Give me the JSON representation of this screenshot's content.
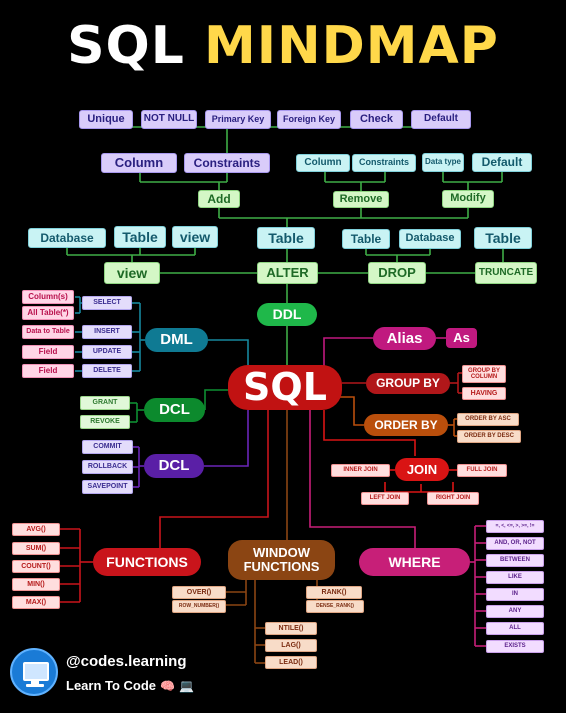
{
  "title": {
    "word1": "SQL",
    "word2": "MINDMAP"
  },
  "center": "SQL",
  "ddl": {
    "label": "DDL",
    "alter": {
      "label": "ALTER",
      "add": {
        "label": "Add",
        "column": {
          "label": "Column"
        },
        "constraints": {
          "label": "Constraints",
          "items": [
            "Unique",
            "NOT NULL",
            "Primary Key",
            "Foreign Key",
            "Check",
            "Default"
          ]
        }
      },
      "remove": {
        "label": "Remove",
        "items": [
          "Column",
          "Constraints"
        ]
      },
      "modify": {
        "label": "Modify",
        "items": [
          "Data type",
          "Default"
        ]
      }
    },
    "view": {
      "label": "view",
      "items": [
        "Database",
        "Table",
        "view"
      ]
    },
    "drop": {
      "label": "DROP",
      "items": [
        "Table",
        "Database"
      ]
    },
    "truncate": {
      "label": "TRUNCATE",
      "items": [
        "Table"
      ]
    }
  },
  "dml": {
    "label": "DML",
    "commands": [
      {
        "cmd": "SELECT",
        "detail": [
          "Column(s)",
          "All Table(*)"
        ]
      },
      {
        "cmd": "INSERT",
        "detail": [
          "Data to Table"
        ]
      },
      {
        "cmd": "UPDATE",
        "detail": [
          "Field"
        ]
      },
      {
        "cmd": "DELETE",
        "detail": [
          "Field"
        ]
      }
    ]
  },
  "dcl": {
    "label": "DCL",
    "items": [
      "GRANT",
      "REVOKE"
    ]
  },
  "tcl": {
    "label": "DCL",
    "items": [
      "COMMIT",
      "ROLLBACK",
      "SAVEPOINT"
    ]
  },
  "alias": {
    "label": "Alias",
    "items": [
      "As"
    ]
  },
  "group_by": {
    "label": "GROUP BY",
    "items": [
      "GROUP BY COLUMN",
      "HAVING"
    ]
  },
  "order_by": {
    "label": "ORDER BY",
    "items": [
      "ORDER BY ASC",
      "ORDER BY DESC"
    ]
  },
  "join": {
    "label": "JOIN",
    "items": [
      "INNER JOIN",
      "FULL JOIN",
      "LEFT JOIN",
      "RIGHT JOIN"
    ]
  },
  "functions": {
    "label": "FUNCTIONS",
    "items": [
      "AVG()",
      "SUM()",
      "COUNT()",
      "MIN()",
      "MAX()"
    ]
  },
  "window": {
    "label_line1": "WINDOW",
    "label_line2": "FUNCTIONS",
    "items": [
      "OVER()",
      "ROW_NUMBER()",
      "RANK()",
      "DENSE_RANK()",
      "NTILE()",
      "LAG()",
      "LEAD()"
    ]
  },
  "where": {
    "label": "WHERE",
    "items": [
      "=, <, <=, >, >=, !=",
      "AND, OR, NOT",
      "BETWEEN",
      "LIKE",
      "IN",
      "ANY",
      "ALL",
      "EXISTS"
    ]
  },
  "brand": {
    "handle": "@codes.learning",
    "tagline": "Learn To Code",
    "emoji1": "🧠",
    "emoji2": "💻"
  },
  "colors": {
    "ddl": "#1fb84a",
    "dml": "#0f7a93",
    "dcl": "#0c8a2d",
    "tcl": "#5a1fa6",
    "alias": "#c0197f",
    "group_by": "#b1171a",
    "order_by": "#ba4f0c",
    "join": "#d91414",
    "functions": "#c9141b",
    "window": "#8b4513",
    "where": "#c71f78",
    "center": "#c11212"
  }
}
